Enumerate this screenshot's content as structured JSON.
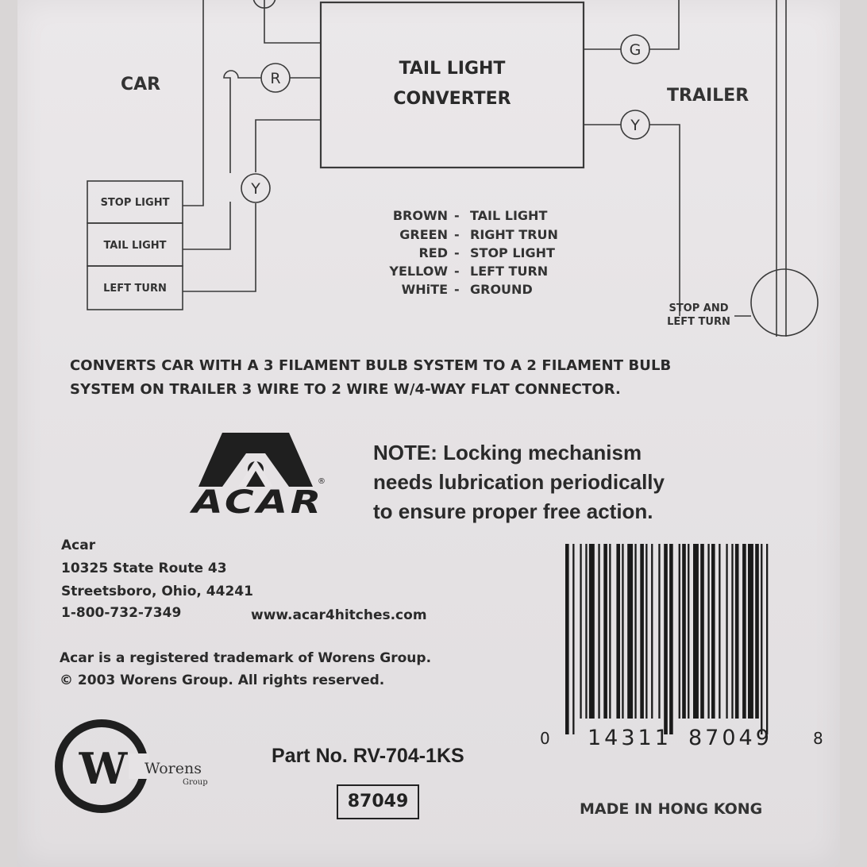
{
  "diagram": {
    "car_label": "CAR",
    "trailer_label": "TRAILER",
    "converter_line1": "TAIL LIGHT",
    "converter_line2": "CONVERTER",
    "car_boxes": [
      "STOP LIGHT",
      "TAIL LIGHT",
      "LEFT TURN"
    ],
    "circle_letters": {
      "r": "R",
      "y_car": "Y",
      "g": "G",
      "y_trailer": "Y"
    },
    "lamp_label_line1": "STOP AND",
    "lamp_label_line2": "LEFT TURN"
  },
  "legend": [
    {
      "color": "BROWN",
      "function": "TAIL LIGHT"
    },
    {
      "color": "GREEN",
      "function": "RIGHT TRUN"
    },
    {
      "color": "RED",
      "function": "STOP LIGHT"
    },
    {
      "color": "YELLOW",
      "function": "LEFT TURN"
    },
    {
      "color": "WHiTE",
      "function": "GROUND"
    }
  ],
  "legend_separator": "-",
  "description": {
    "line1": "CONVERTS CAR WITH A 3 FILAMENT BULB SYSTEM TO A 2 FILAMENT BULB",
    "line2": "SYSTEM ON TRAILER 3 WIRE TO 2 WIRE W/4-WAY FLAT CONNECTOR."
  },
  "logo": {
    "brand": "ACAR",
    "registered": "®"
  },
  "note": {
    "line1": "NOTE: Locking mechanism",
    "line2": "needs lubrication periodically",
    "line3": "to ensure proper free action."
  },
  "address": {
    "company": "Acar",
    "street": "10325 State Route 43",
    "city": "Streetsboro, Ohio, 44241",
    "phone": "1-800-732-7349",
    "website": "www.acar4hitches.com"
  },
  "trademark": {
    "line1": "Acar is a registered trademark of Worens Group.",
    "line2": "© 2003 Worens Group. All rights reserved."
  },
  "worens": {
    "letter": "W",
    "name": "Worens",
    "sub": "Group"
  },
  "part": {
    "label": "Part No. RV-704-1KS",
    "number": "87049"
  },
  "barcode": {
    "first": "0",
    "left": "14311",
    "right": "87049",
    "last": "8"
  },
  "origin": "MADE IN HONG KONG",
  "colors": {
    "ink": "#222222",
    "card": "#e8e5e7",
    "background": "#d9d6d6"
  }
}
